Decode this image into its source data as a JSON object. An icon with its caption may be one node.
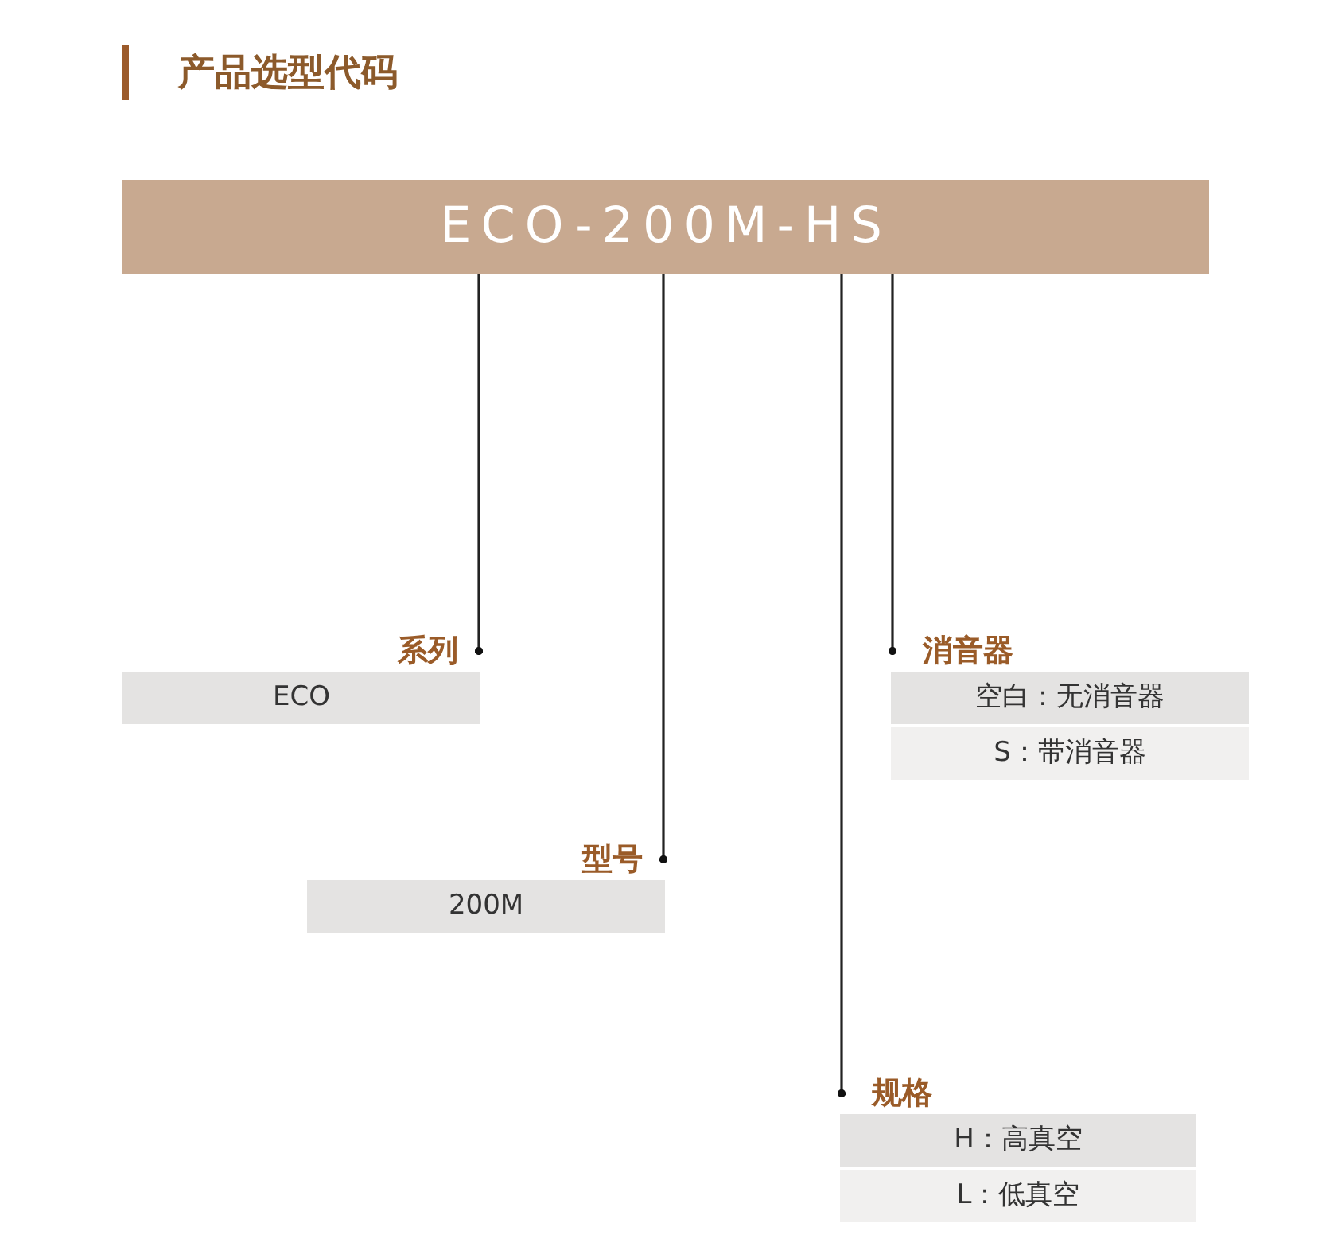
{
  "diagram": {
    "title": "产品选型代码",
    "nodes": [
      {
        "text": [
          "ECO-200M-HS"
        ]
      },
      {
        "text": [
          "系列",
          "ECO"
        ]
      },
      {
        "text": [
          "消音器",
          "空白：无消音器",
          "S：带消音器"
        ]
      },
      {
        "text": [
          "型号",
          "200M"
        ]
      },
      {
        "text": [
          "规格",
          "H：高真空",
          "L：低真空"
        ]
      }
    ],
    "edges": [
      {
        "from": 0,
        "to": 1,
        "arrow": "other"
      },
      {
        "from": 0,
        "to": 3,
        "arrow": "other"
      },
      {
        "from": 0,
        "to": 4,
        "arrow": "other"
      },
      {
        "from": 0,
        "to": 2,
        "arrow": "other"
      }
    ]
  }
}
